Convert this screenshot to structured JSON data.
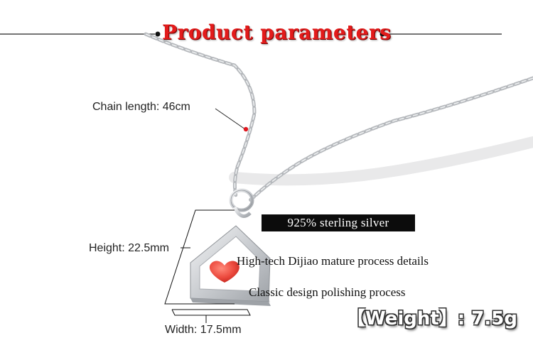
{
  "header": {
    "title": "Product parameters"
  },
  "dimensions": {
    "chain_length": "Chain length: 46cm",
    "height": "Height:  22.5mm",
    "width": "Width:  17.5mm"
  },
  "material": {
    "label": "925% sterling silver"
  },
  "features": [
    "High-tech Dijiao mature process details",
    "Classic design  polishing process"
  ],
  "weight": {
    "label": "【Weight】: 7.5g"
  },
  "colors": {
    "title": "#e31b1b",
    "heart": "#e8453c",
    "badge": "#0c0c0c",
    "marker": "#e0161e"
  }
}
